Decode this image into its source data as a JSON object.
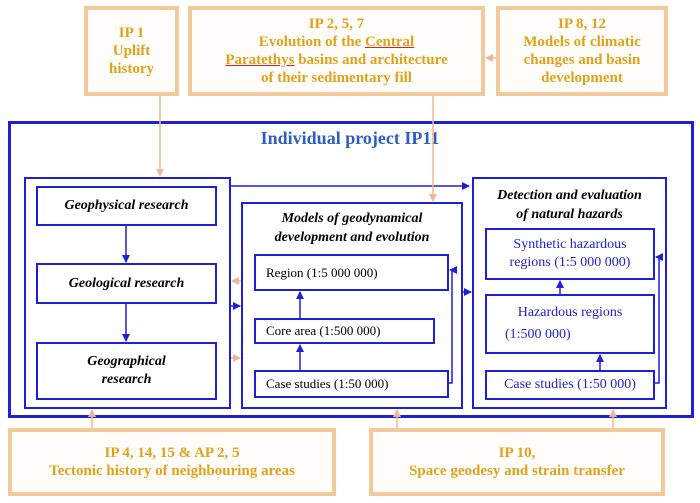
{
  "top": {
    "ip1": {
      "line1": "IP 1",
      "line2": "Uplift",
      "line3": "history"
    },
    "ip257": {
      "line1": "IP 2, 5, 7",
      "line2a": "Evolution of the ",
      "line2b": "Central",
      "line3a": "Paratethys",
      "line3b": " basins and architecture",
      "line4": "of their sedimentary fill"
    },
    "ip812": {
      "line1": "IP 8, 12",
      "line2": "Models of climatic",
      "line3": "changes and basin",
      "line4": "development"
    }
  },
  "main": {
    "title": "Individual project IP11",
    "research": {
      "geophysical": "Geophysical research",
      "geological": "Geological research",
      "geographical_1": "Geographical",
      "geographical_2": "research"
    },
    "models": {
      "heading_1": "Models of geodynamical",
      "heading_2": "development and evolution",
      "region": "Region (1:5 000 000)",
      "core": "Core area (1:500 000)",
      "case": "Case studies (1:50 000)"
    },
    "hazards": {
      "heading_1": "Detection and evaluation",
      "heading_2": "of natural hazards",
      "synthetic_1": "Synthetic hazardous",
      "synthetic_2": "regions (1:5 000 000)",
      "regions_1": "Hazardous regions",
      "regions_2": "(1:500 000)",
      "case": "Case studies (1:50 000)"
    }
  },
  "bottom": {
    "ip_tectonic": {
      "line1": "IP 4, 14, 15 & AP 2, 5",
      "line2": "Tectonic history of neighbouring areas"
    },
    "ip10": {
      "line1": "IP 10,",
      "line2": "Space geodesy and strain transfer"
    }
  },
  "colors": {
    "blue": "#1f1fd6",
    "orange_border": "#f2c99a",
    "orange_text": "#e0a21a",
    "title": "#2e5ec4"
  }
}
